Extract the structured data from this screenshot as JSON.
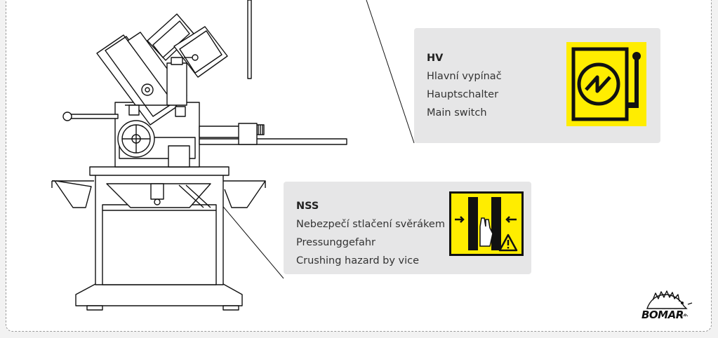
{
  "hv_panel": {
    "code": "HV",
    "line_cs": "Hlavní vypínač",
    "line_de": "Hauptschalter",
    "line_en": "Main switch",
    "sign_icon": "main-switch-icon",
    "sign_color": "#ffed00"
  },
  "nss_panel": {
    "code": "NSS",
    "line_cs": "Nebezpečí stlačení svěrákem",
    "line_de": "Pressunggefahr",
    "line_en": "Crushing hazard by vice",
    "sign_icon": "crushing-hazard-icon",
    "sign_color": "#ffed00"
  },
  "logo": {
    "name": "BOMAR",
    "suffix": "s.r.o."
  }
}
